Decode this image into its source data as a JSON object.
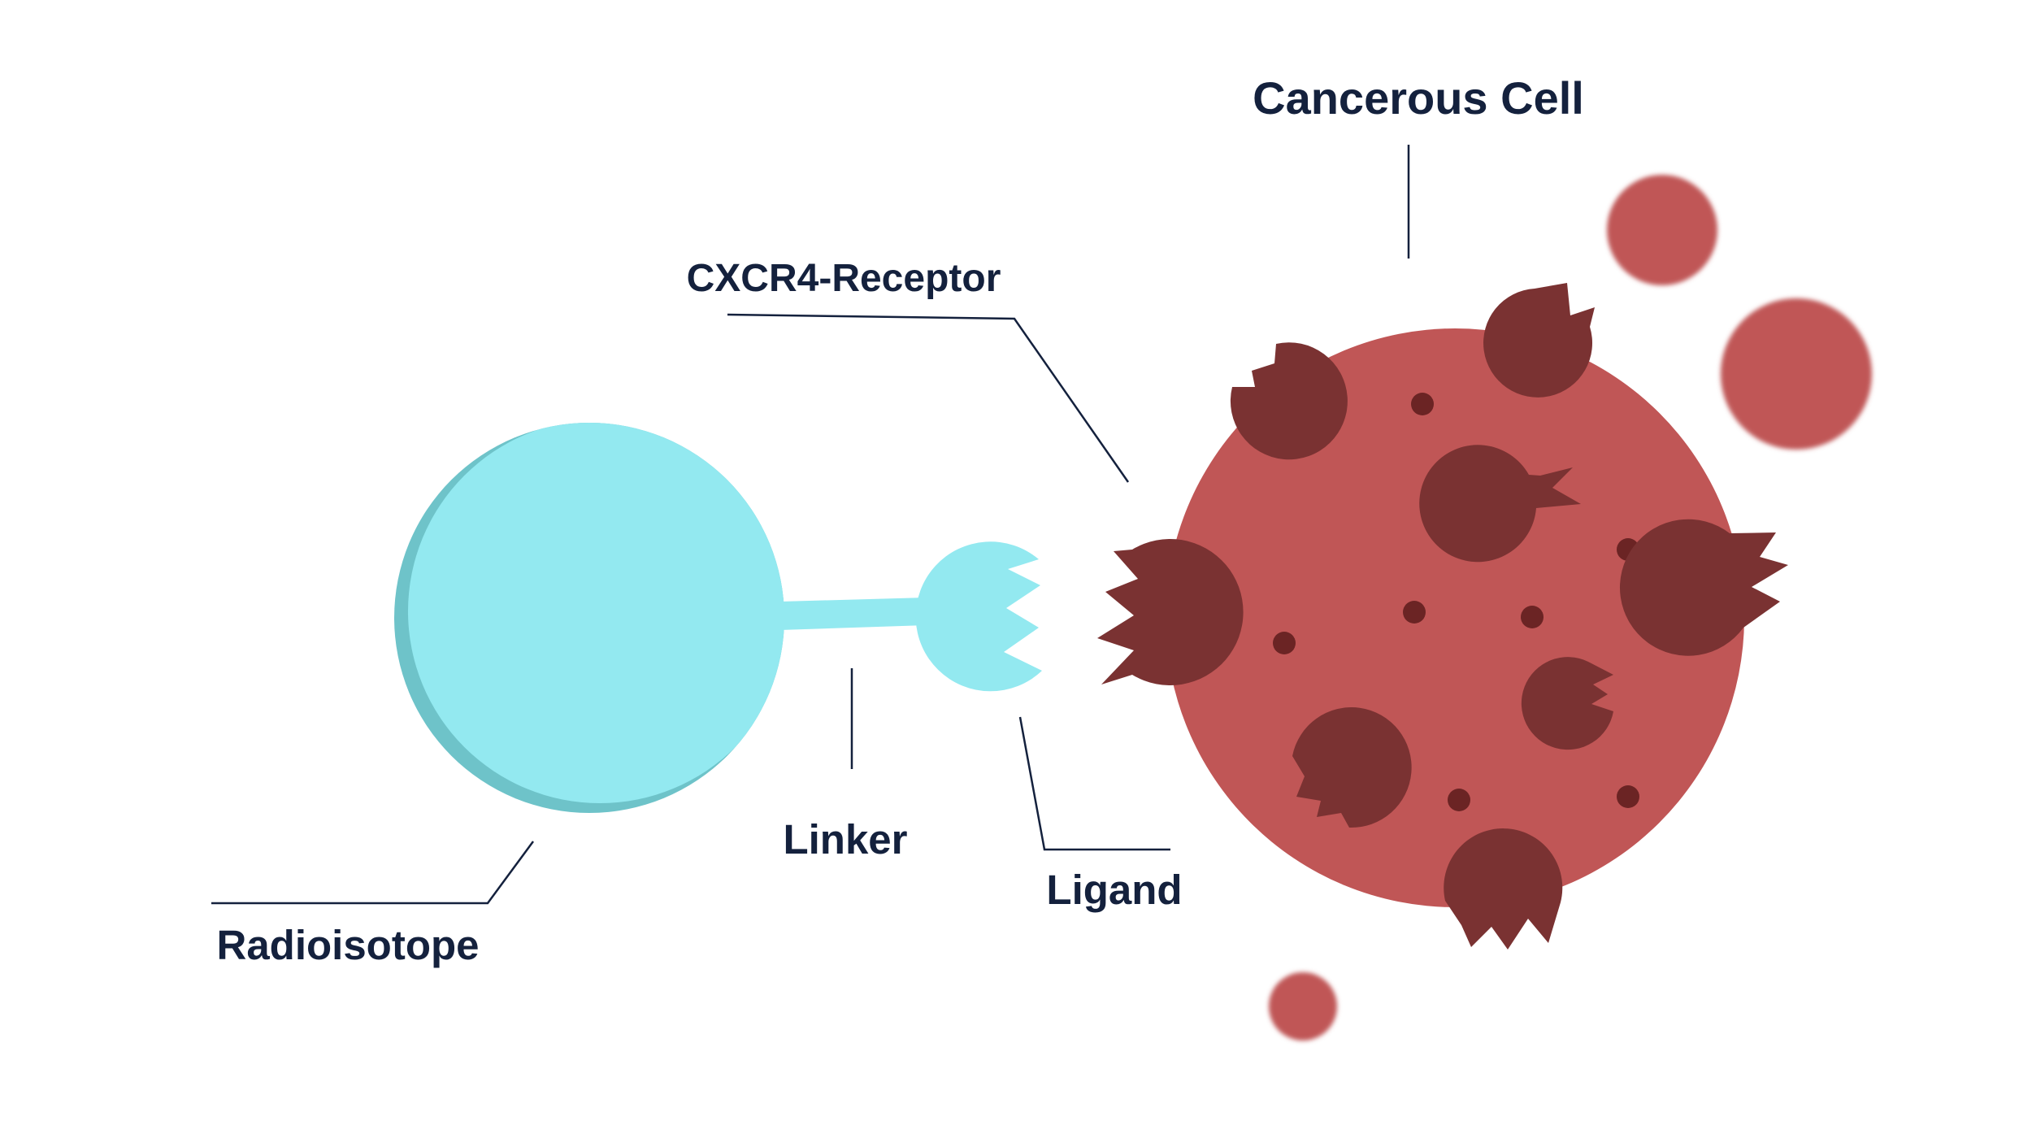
{
  "labels": {
    "cancerous_cell": "Cancerous Cell",
    "receptor": "CXCR4-Receptor",
    "radioisotope": "Radioisotope",
    "linker": "Linker",
    "ligand": "Ligand"
  },
  "colors": {
    "radioisotope": "#93e9f0",
    "radioisotope_shade": "#6ec3c9",
    "cell": "#c05656",
    "receptor": "#7a3232",
    "dot": "#6b2424",
    "text": "#14213d",
    "leader_line": "#14213d"
  }
}
